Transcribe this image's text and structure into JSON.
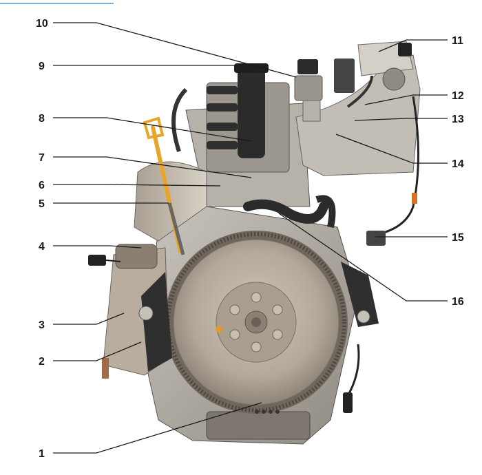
{
  "diagram": {
    "callouts": [
      {
        "id": "1",
        "text": "1"
      },
      {
        "id": "2",
        "text": "2"
      },
      {
        "id": "3",
        "text": "3"
      },
      {
        "id": "4",
        "text": "4"
      },
      {
        "id": "5",
        "text": "5"
      },
      {
        "id": "6",
        "text": "6"
      },
      {
        "id": "7",
        "text": "7"
      },
      {
        "id": "8",
        "text": "8"
      },
      {
        "id": "9",
        "text": "9"
      },
      {
        "id": "10",
        "text": "10"
      },
      {
        "id": "11",
        "text": "11"
      },
      {
        "id": "12",
        "text": "12"
      },
      {
        "id": "13",
        "text": "13"
      },
      {
        "id": "14",
        "text": "14"
      },
      {
        "id": "15",
        "text": "15"
      },
      {
        "id": "16",
        "text": "16"
      }
    ],
    "colors": {
      "engine_metal": "#a9a49c",
      "engine_dark": "#3a3a3a",
      "flywheel": "#b3a89a",
      "dipstick": "#e8a52a",
      "callout_line": "#1a1a1a",
      "accent_corner": "#7fb3d5"
    }
  }
}
